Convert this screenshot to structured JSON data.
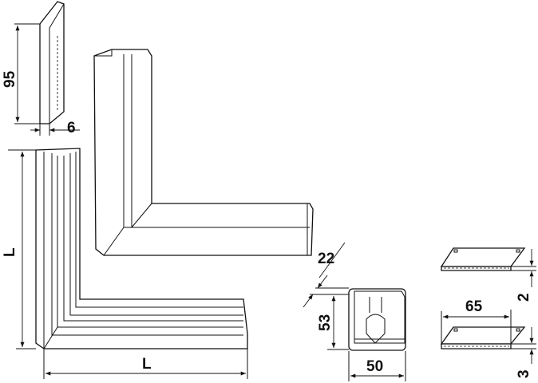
{
  "dimensions": {
    "end_plate_height": "95",
    "end_plate_thickness": "6",
    "leg_length_vertical": "L",
    "leg_length_horizontal": "L",
    "cap_depth": "22",
    "cap_height": "53",
    "cap_width": "50",
    "connector_length": "65",
    "connector_top_thickness": "2",
    "connector_bottom_thickness": "3"
  },
  "colors": {
    "line": "#111111",
    "background": "#ffffff"
  }
}
